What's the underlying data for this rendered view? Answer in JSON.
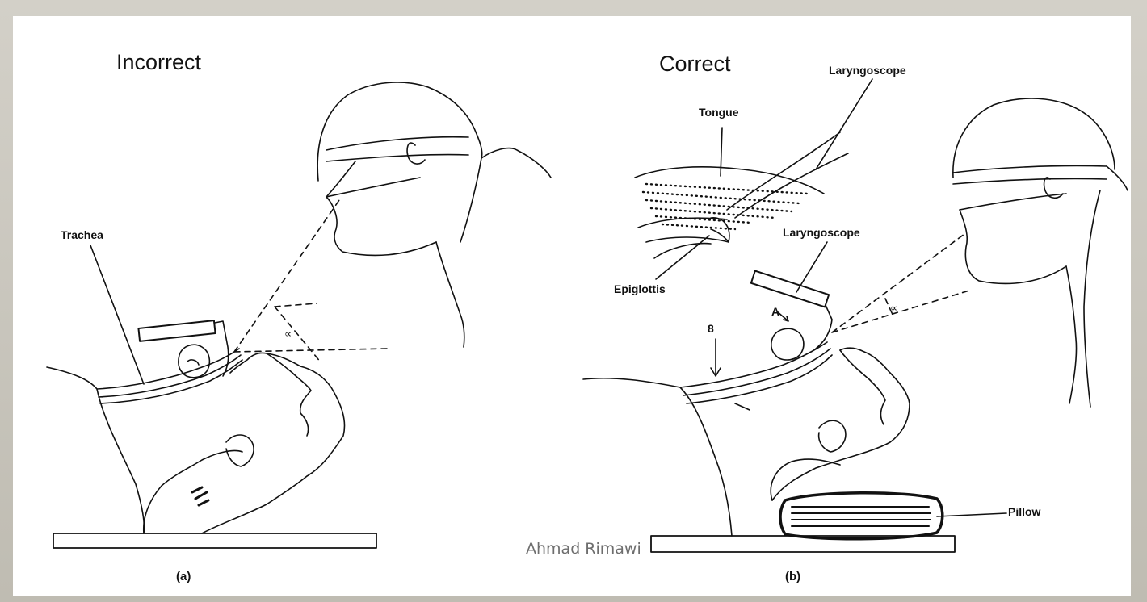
{
  "panels": [
    {
      "title": "Incorrect",
      "caption": "(a)",
      "labels": {
        "trachea": "Trachea",
        "angle": "∝"
      }
    },
    {
      "title": "Correct",
      "caption": "(b)",
      "labels": {
        "tongue": "Tongue",
        "laryngoscope_top": "Laryngoscope",
        "laryngoscope_mid": "Laryngoscope",
        "epiglottis": "Epiglottis",
        "pillow": "Pillow",
        "marker_a": "A",
        "marker_b": "8",
        "angle": "∝"
      }
    }
  ],
  "credit": "Ahmad Rimawi"
}
